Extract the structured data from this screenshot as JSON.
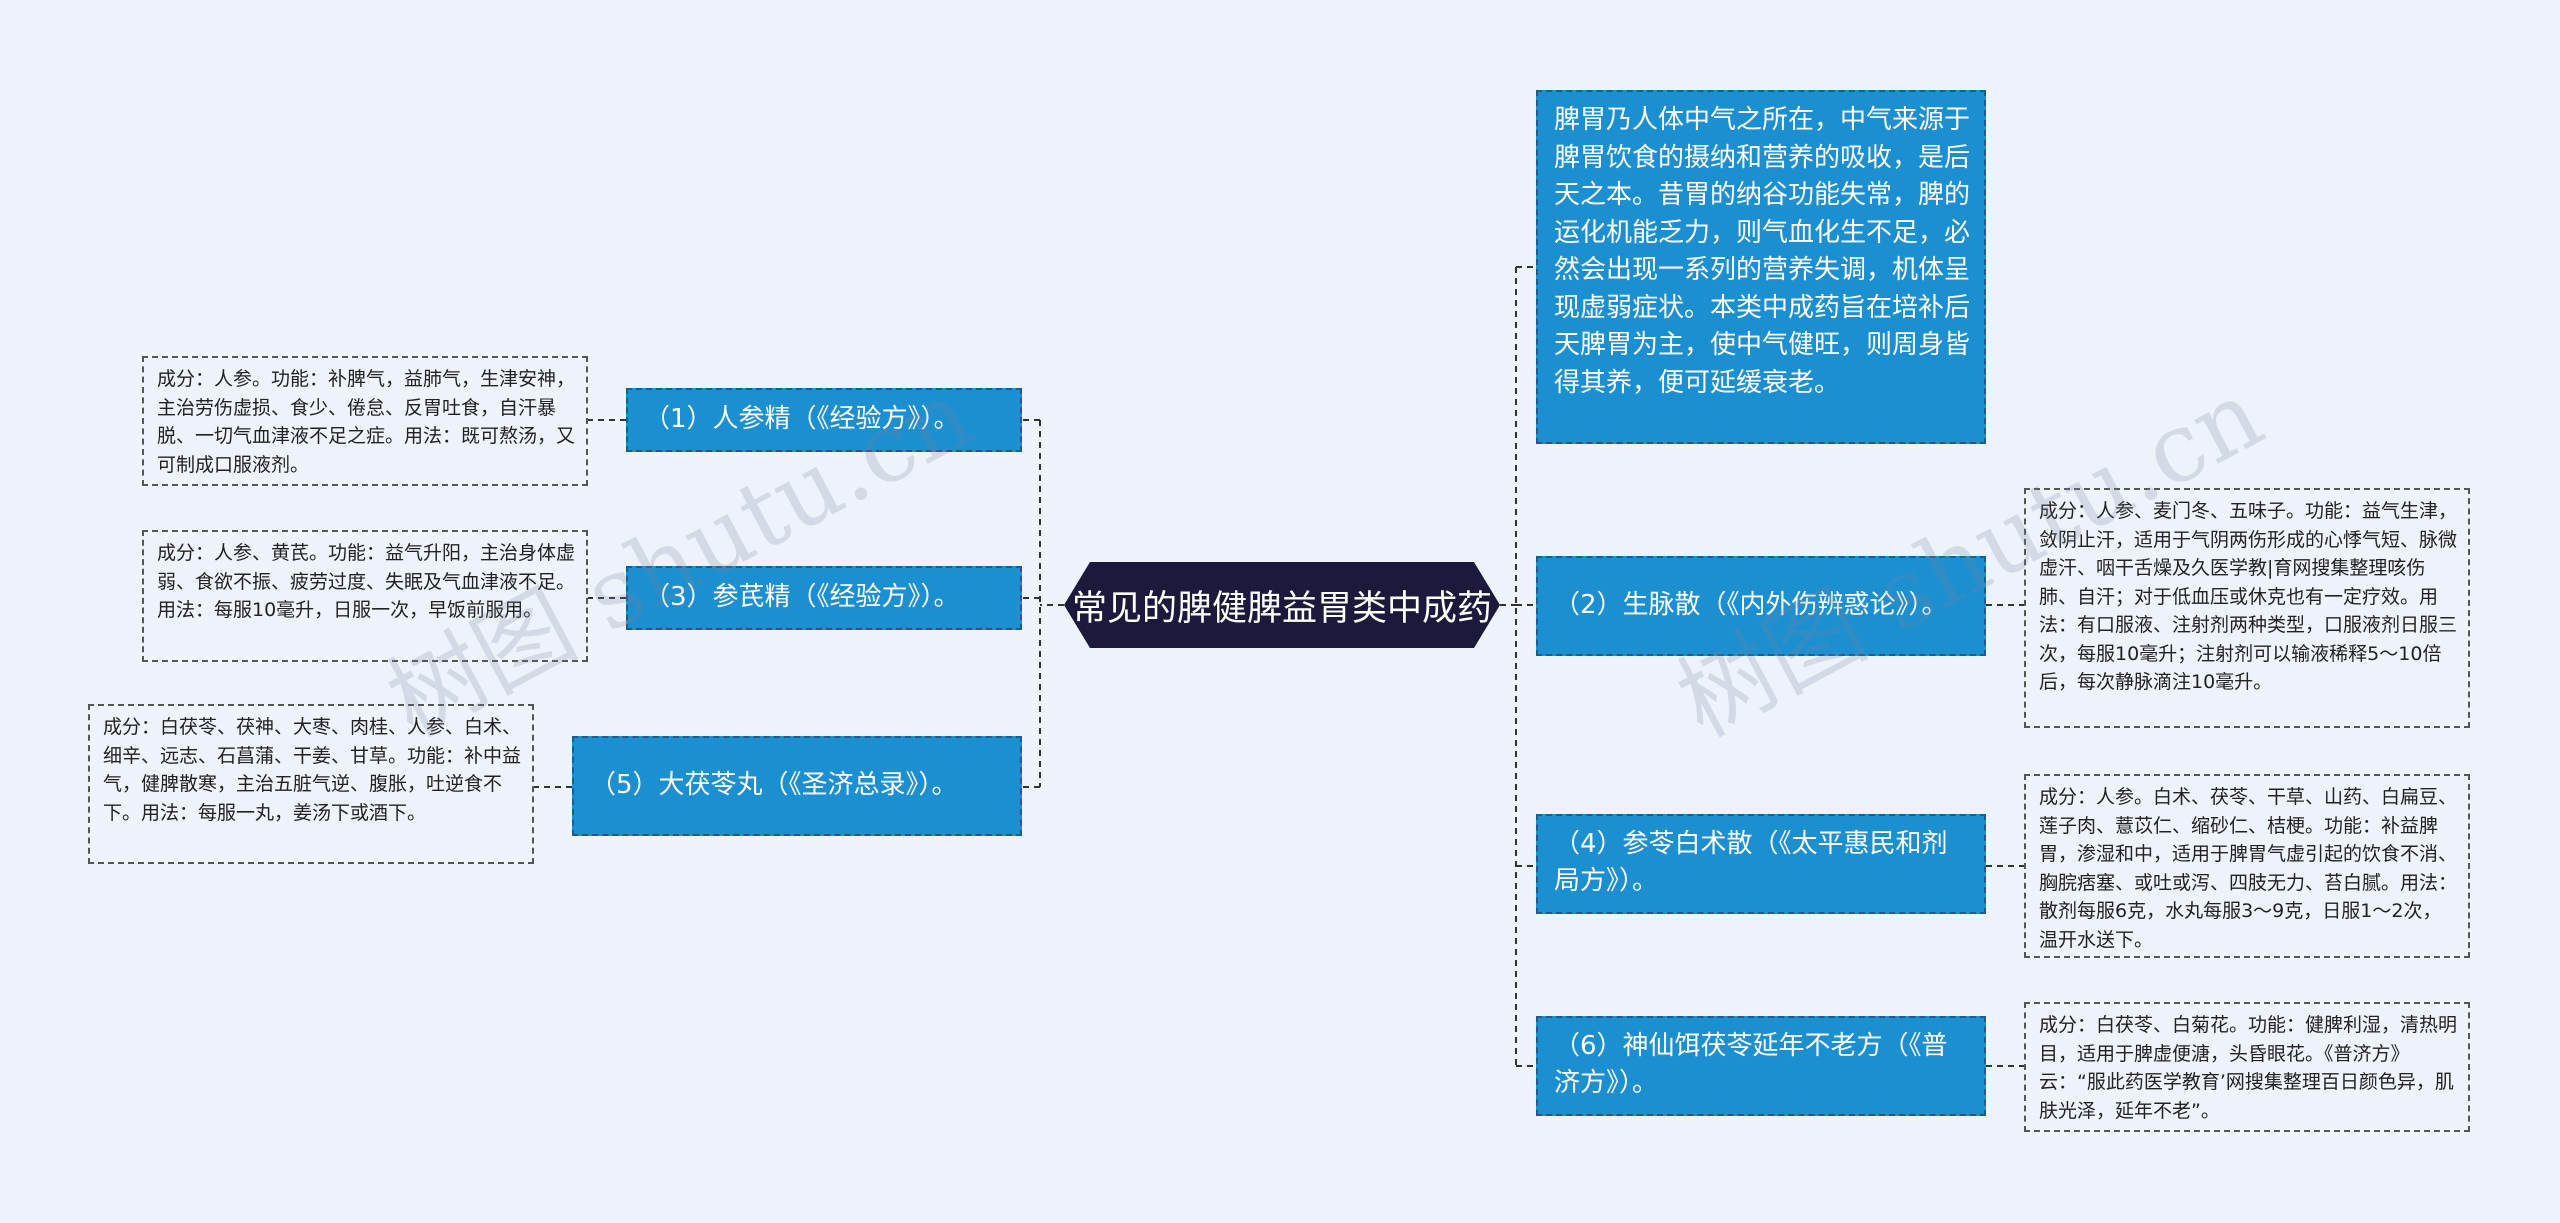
{
  "root": {
    "title": "常见的脾健脾益胃类中成药"
  },
  "intro": {
    "text": "脾胃乃人体中气之所在，中气来源于脾胃饮食的摄纳和营养的吸收，是后天之本。昔胃的纳谷功能失常，脾的运化机能乏力，则气血化生不足，必然会出现一系列的营养失调，机体呈现虚弱症状。本类中成药旨在培补后天脾胃为主，使中气健旺，则周身皆得其养，便可延缓衰老。"
  },
  "branches": [
    {
      "title": "（1）人参精（《经验方》）。",
      "detail": "成分：人参。功能：补脾气，益肺气，生津安神，主治劳伤虚损、食少、倦怠、反胃吐食，自汗暴脱、一切气血津液不足之症。用法：既可熬汤，又可制成口服液剂。"
    },
    {
      "title": "（2）生脉散（《内外伤辨惑论》）。",
      "detail": "成分：人参、麦门冬、五味子。功能：益气生津，敛阴止汗，适用于气阴两伤形成的心悸气短、脉微虚汗、咽干舌燥及久医学教|育网搜集整理咳伤肺、自汗；对于低血压或休克也有一定疗效。用法：有口服液、注射剂两种类型，口服液剂日服三次，每服10毫升；注射剂可以输液稀释5～10倍后，每次静脉滴注10毫升。"
    },
    {
      "title": "（3）参芪精（《经验方》）。",
      "detail": "成分：人参、黄芪。功能：益气升阳，主治身体虚弱、食欲不振、疲劳过度、失眠及气血津液不足。用法：每服10毫升，日服一次，早饭前服用。"
    },
    {
      "title": "（4）参苓白术散（《太平惠民和剂局方》）。",
      "detail": "成分：人参。白术、茯苓、干草、山药、白扁豆、莲子肉、薏苡仁、缩砂仁、桔梗。功能：补益脾胃，渗湿和中，适用于脾胃气虚引起的饮食不消、胸脘痞塞、或吐或泻、四肢无力、苔白腻。用法：散剂每服6克，水丸每服3～9克，日服1～2次，温开水送下。"
    },
    {
      "title": "（5）大茯苓丸（《圣济总录》）。",
      "detail": "成分：白茯苓、茯神、大枣、肉桂、人参、白术、细辛、远志、石菖蒲、干姜、甘草。功能：补中益气，健脾散寒，主治五脏气逆、腹胀，吐逆食不下。用法：每服一丸，姜汤下或酒下。"
    },
    {
      "title": "（6）神仙饵茯苓延年不老方（《普济方》）。",
      "detail": "成分：白茯苓、白菊花。功能：健脾利湿，清热明目，适用于脾虚便溏，头昏眼花。《普济方》云：“服此药医学教育’网搜集整理百日颜色异，肌肤光泽，延年不老”。"
    }
  ],
  "watermark": {
    "text": "树图 shutu.cn"
  },
  "colors": {
    "background": "#eef3fb",
    "root": "#1b1a3d",
    "branch": "#1c8fd1",
    "line": "#333333"
  }
}
